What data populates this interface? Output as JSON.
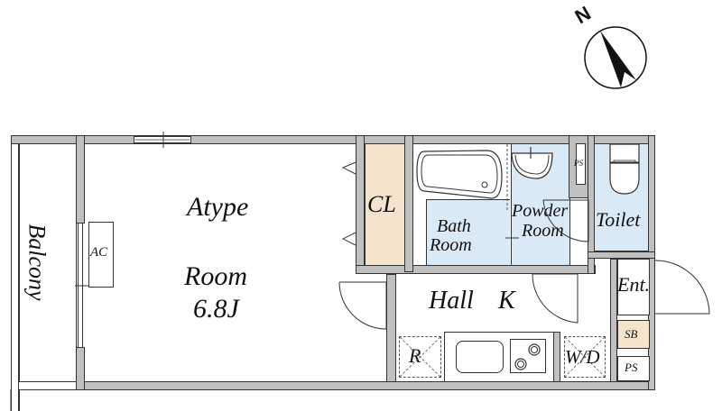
{
  "compass": {
    "label": "N",
    "icon": "north-arrow-icon"
  },
  "rooms": {
    "balcony": {
      "label": "Balcony"
    },
    "main": {
      "type_label": "Atype",
      "name": "Room",
      "size": "6.8J"
    },
    "ac": {
      "label": "AC"
    },
    "closet": {
      "label": "CL"
    },
    "bath": {
      "line1": "Bath",
      "line2": "Room"
    },
    "powder": {
      "line1": "Powder",
      "line2": "Room"
    },
    "ps_small": {
      "label": "PS"
    },
    "toilet": {
      "label": "Toilet"
    },
    "hall": {
      "label": "Hall",
      "kitchen": "K"
    },
    "refrigerator": {
      "label": "R"
    },
    "washer": {
      "label": "W/D"
    },
    "entrance": {
      "label": "Ent."
    },
    "shoe_box": {
      "label": "SB"
    },
    "ps_bottom": {
      "label": "PS"
    }
  },
  "colors": {
    "wall": "#c0c0c0",
    "outline": "#333333",
    "closet_fill": "#f5e3cc",
    "wet_fill": "#d9e9f5",
    "sb_fill": "#f5e3cc"
  }
}
